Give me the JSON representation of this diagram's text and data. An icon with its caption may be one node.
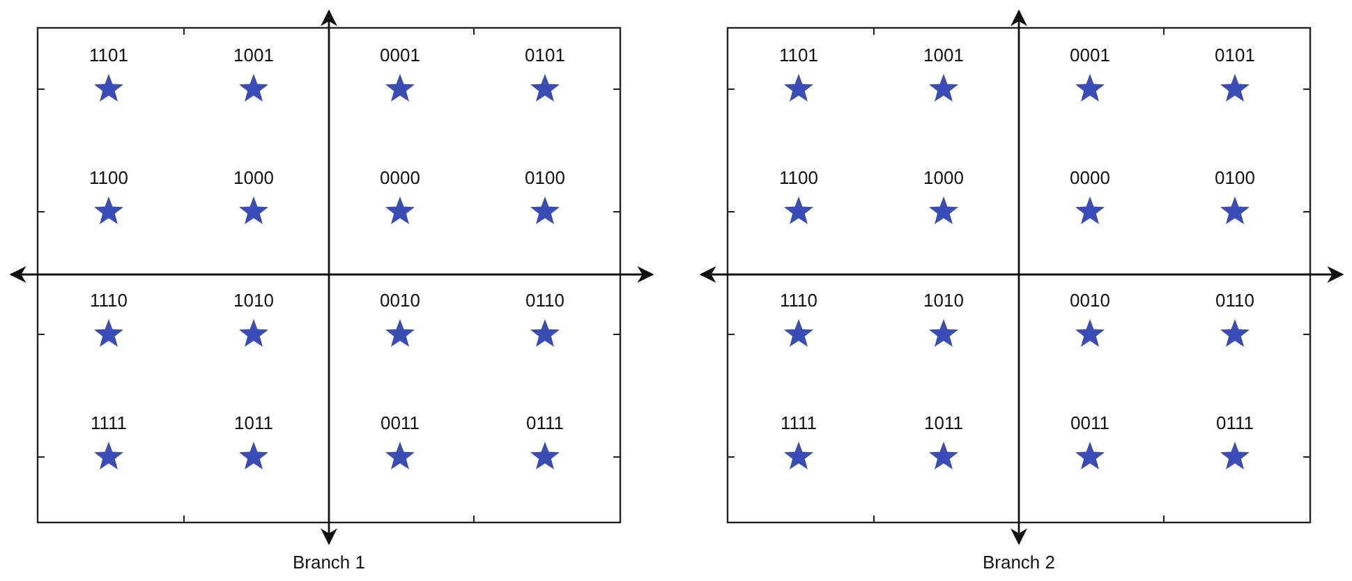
{
  "diagram": {
    "nodes": [
      {
        "text": [
          "Branch 1"
        ]
      },
      {
        "text": [
          "Branch 2"
        ]
      }
    ],
    "labels": [
      "1101",
      "1001",
      "0001",
      "0101",
      "1100",
      "1000",
      "0000",
      "0100",
      "1110",
      "1010",
      "0010",
      "0110",
      "1111",
      "1011",
      "0011",
      "0111",
      "1101",
      "1001",
      "0001",
      "0101",
      "1100",
      "1000",
      "0000",
      "0100",
      "1110",
      "1010",
      "0010",
      "0110",
      "1111",
      "1011",
      "0011",
      "0111"
    ]
  }
}
